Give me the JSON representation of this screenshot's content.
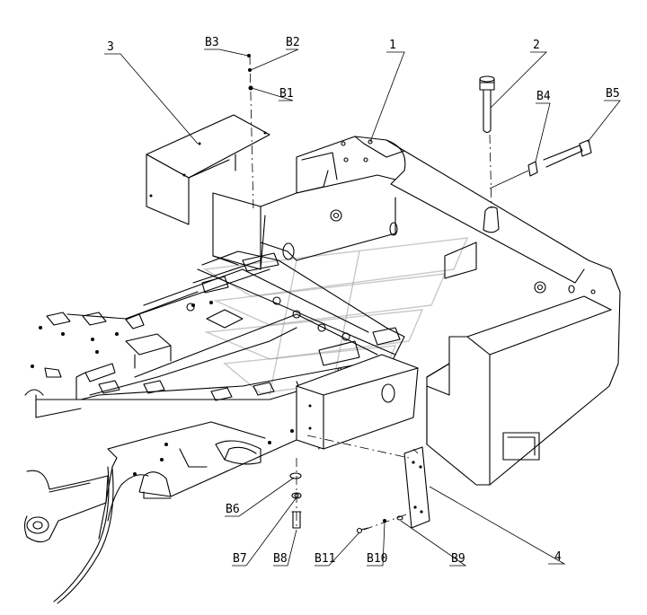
{
  "callouts": [
    {
      "id": "c-1",
      "text": "1"
    },
    {
      "id": "c-2",
      "text": "2"
    },
    {
      "id": "c-3",
      "text": "3"
    },
    {
      "id": "c-4",
      "text": "4"
    },
    {
      "id": "c-b1",
      "text": "B1"
    },
    {
      "id": "c-b2",
      "text": "B2"
    },
    {
      "id": "c-b3",
      "text": "B3"
    },
    {
      "id": "c-b4",
      "text": "B4"
    },
    {
      "id": "c-b5",
      "text": "B5"
    },
    {
      "id": "c-b6",
      "text": "B6"
    },
    {
      "id": "c-b7",
      "text": "B7"
    },
    {
      "id": "c-b8",
      "text": "B8"
    },
    {
      "id": "c-b9",
      "text": "B9"
    },
    {
      "id": "c-b10",
      "text": "B10"
    },
    {
      "id": "c-b11",
      "text": "B11"
    }
  ],
  "colors": {
    "line": "#000000",
    "background": "#ffffff",
    "watermark": "#9a9a9a"
  }
}
